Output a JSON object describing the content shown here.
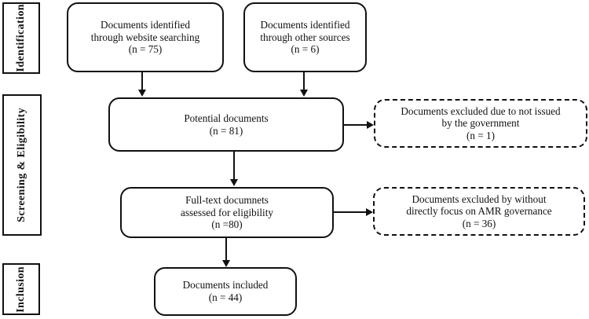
{
  "diagram": {
    "type": "prisma-flow-diagram",
    "title": "",
    "colors": {
      "stroke": "#111111",
      "background": "#ffffff",
      "text": "#111111"
    },
    "stages": [
      {
        "id": "identification",
        "label": "Identification"
      },
      {
        "id": "screening-eligibility",
        "label": "Screening  &  Eligibility"
      },
      {
        "id": "inclusion",
        "label": "Inclusion"
      }
    ],
    "nodes": [
      {
        "id": "website-searching",
        "style": "solid",
        "lines": [
          "Documents identified",
          "through website searching",
          "(n = 75)"
        ],
        "count": 75
      },
      {
        "id": "other-sources",
        "style": "solid",
        "lines": [
          "Documents identified",
          "through other sources",
          "(n = 6)"
        ],
        "count": 6
      },
      {
        "id": "potential-documents",
        "style": "solid",
        "lines": [
          "Potential documents",
          "(n = 81)"
        ],
        "count": 81
      },
      {
        "id": "excluded-not-government",
        "style": "dashed",
        "lines": [
          "Documents excluded due to not issued",
          "by the government",
          "(n = 1)"
        ],
        "count": 1
      },
      {
        "id": "full-text-assessed",
        "style": "solid",
        "lines": [
          "Full-text documnets",
          "assessed for eligibility",
          "(n =80)"
        ],
        "count": 80
      },
      {
        "id": "excluded-not-amr-focus",
        "style": "dashed",
        "lines": [
          "Documents excluded by without",
          "directly focus on AMR governance",
          "(n = 36)"
        ],
        "count": 36
      },
      {
        "id": "documents-included",
        "style": "solid",
        "lines": [
          "Documents included",
          "(n = 44)"
        ],
        "count": 44
      }
    ],
    "connectors": [
      {
        "from": "website-searching",
        "to": "potential-documents",
        "direction": "down"
      },
      {
        "from": "other-sources",
        "to": "potential-documents",
        "direction": "down"
      },
      {
        "from": "potential-documents",
        "to": "excluded-not-government",
        "direction": "right"
      },
      {
        "from": "potential-documents",
        "to": "full-text-assessed",
        "direction": "down"
      },
      {
        "from": "full-text-assessed",
        "to": "excluded-not-amr-focus",
        "direction": "right"
      },
      {
        "from": "full-text-assessed",
        "to": "documents-included",
        "direction": "down"
      }
    ]
  }
}
